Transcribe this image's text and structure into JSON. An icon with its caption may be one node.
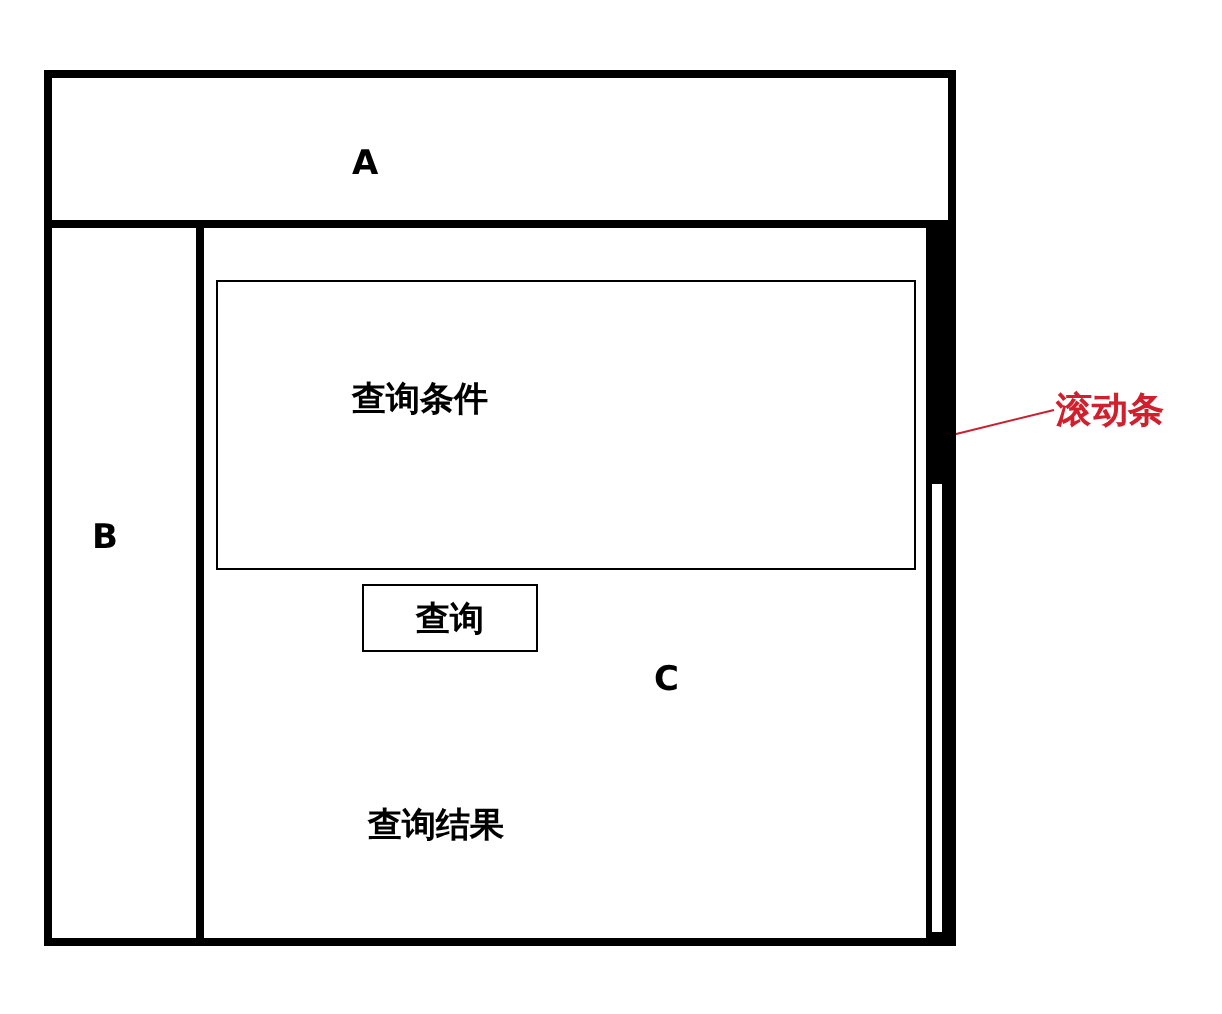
{
  "diagram": {
    "nodes": [
      {
        "text": [
          "A"
        ]
      },
      {
        "text": [
          "B"
        ]
      },
      {
        "text": [
          "C",
          "查询结果"
        ]
      },
      {
        "text": [
          "查询条件"
        ],
        "in": 2
      },
      {
        "text": [
          "查询"
        ],
        "in": 2
      },
      {
        "text": [],
        "shape": "bar",
        "in": 2
      },
      {
        "text": [
          "滚动条"
        ]
      }
    ],
    "edges": [
      {
        "from": 6,
        "to": 5,
        "arrow": "none",
        "color": "#cc1f2f"
      }
    ]
  }
}
